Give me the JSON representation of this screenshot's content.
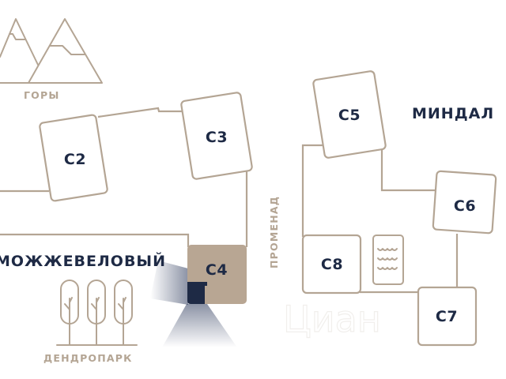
{
  "map": {
    "colors": {
      "path": "#b4a594",
      "label": "#1e2a45",
      "zone_label_muted": "#b4a594",
      "active_building": "#b8a693",
      "marker": "#1e2a45"
    },
    "buildings": [
      {
        "id": "C2",
        "label": "С2",
        "active": false
      },
      {
        "id": "C3",
        "label": "С3",
        "active": false
      },
      {
        "id": "C4",
        "label": "С4",
        "active": true
      },
      {
        "id": "C5",
        "label": "С5",
        "active": false
      },
      {
        "id": "C6",
        "label": "С6",
        "active": false
      },
      {
        "id": "C7",
        "label": "С7",
        "active": false
      },
      {
        "id": "C8",
        "label": "С8",
        "active": false
      }
    ],
    "zones": {
      "mountains": "ГОРЫ",
      "juniper": "МОЖЖЕВЕЛОВЫЙ",
      "arboretum": "ДЕНДРОПАРК",
      "promenade": "ПРОМЕНАД",
      "almond": "МИНДАЛ"
    },
    "icons": {
      "mountains": "mountains-icon",
      "trees": "trees-icon",
      "pool": "pool-waves-icon",
      "camera": "viewpoint-marker-icon"
    },
    "watermark": "Циан"
  }
}
